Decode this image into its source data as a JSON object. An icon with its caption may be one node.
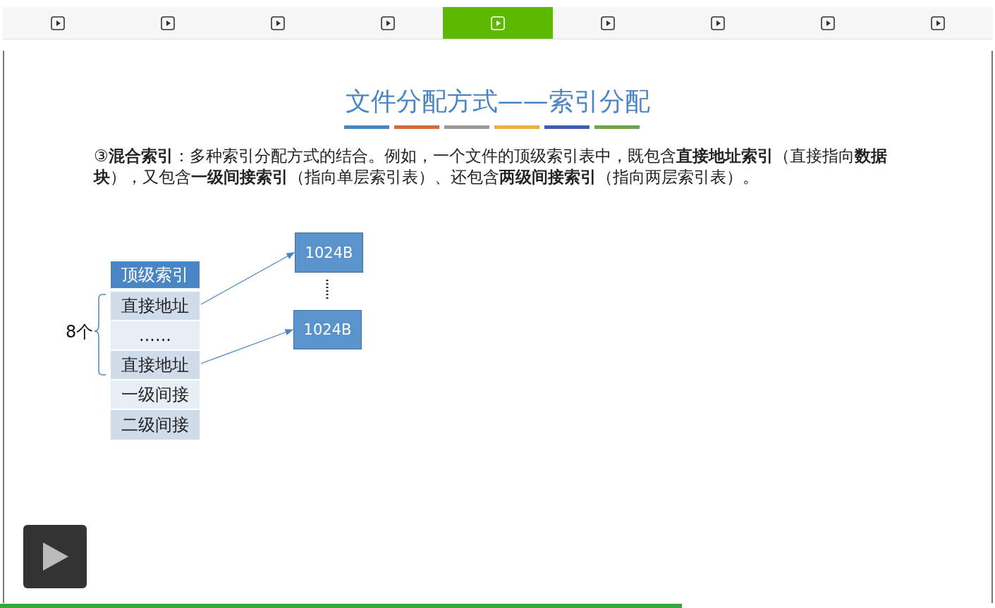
{
  "diagram": {
    "title": "文件分配方式——索引分配",
    "nodes": [
      {
        "text": [
          "顶级索引"
        ]
      },
      {
        "text": [
          "直接地址"
        ]
      },
      {
        "text": [
          "......"
        ]
      },
      {
        "text": [
          "直接地址"
        ]
      },
      {
        "text": [
          "一级间接"
        ]
      },
      {
        "text": [
          "二级间接"
        ]
      },
      {
        "text": [
          "1024B"
        ]
      },
      {
        "text": [
          "1024B"
        ]
      }
    ],
    "edges": [
      {
        "from": 1,
        "to": 6,
        "arrow": "to"
      },
      {
        "from": 3,
        "to": 7,
        "arrow": "to"
      }
    ],
    "labels": [
      "③**混合索引**：多种索引分配方式的结合。例如，一个文件的顶级索引表中，既包含**直接地址索引**（直接指向**数据块**），又包含**一级间接索引**（指向单层索引表）、还包含**两级间接索引**（指向两层索引表）。",
      "8个"
    ]
  }
}
